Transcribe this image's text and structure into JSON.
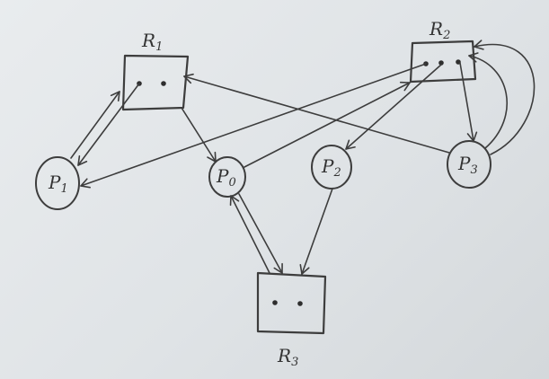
{
  "diagram": {
    "processes": [
      {
        "id": "P1",
        "letter": "P",
        "sub": "1"
      },
      {
        "id": "P0",
        "letter": "P",
        "sub": "0"
      },
      {
        "id": "P2",
        "letter": "P",
        "sub": "2"
      },
      {
        "id": "P3",
        "letter": "P",
        "sub": "3"
      }
    ],
    "resources": [
      {
        "id": "R1",
        "letter": "R",
        "sub": "1",
        "instances": 2
      },
      {
        "id": "R2",
        "letter": "R",
        "sub": "2",
        "instances": 3
      },
      {
        "id": "R3",
        "letter": "R",
        "sub": "3",
        "instances": 2
      }
    ],
    "edges": [
      {
        "from": "P1",
        "to": "R1",
        "kind": "request"
      },
      {
        "from": "R1",
        "to": "P1",
        "kind": "assignment"
      },
      {
        "from": "R1",
        "to": "P0",
        "kind": "assignment"
      },
      {
        "from": "P3",
        "to": "R1",
        "kind": "request"
      },
      {
        "from": "R2",
        "to": "P1",
        "kind": "assignment"
      },
      {
        "from": "P0",
        "to": "R2",
        "kind": "request"
      },
      {
        "from": "R2",
        "to": "P2",
        "kind": "assignment"
      },
      {
        "from": "R2",
        "to": "P3",
        "kind": "assignment"
      },
      {
        "from": "P3",
        "to": "R2",
        "kind": "request"
      },
      {
        "from": "P3",
        "to": "R2",
        "kind": "request"
      },
      {
        "from": "R3",
        "to": "P0",
        "kind": "assignment"
      },
      {
        "from": "P0",
        "to": "R3",
        "kind": "request"
      },
      {
        "from": "P2",
        "to": "R3",
        "kind": "request"
      }
    ]
  }
}
